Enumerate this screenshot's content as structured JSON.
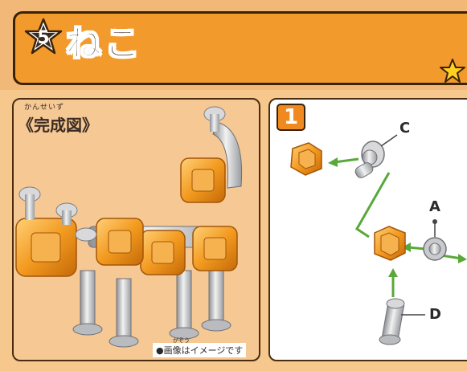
{
  "header": {
    "badge_number": "5",
    "title": "ねこ"
  },
  "left_panel": {
    "furigana": "かんせいず",
    "title": "《完成図》",
    "note_ruby": "がぞう",
    "note": "●画像はイメージです"
  },
  "right_panel": {
    "step_number": "1",
    "parts": [
      "C",
      "A",
      "D"
    ]
  },
  "colors": {
    "background": "#f6c88e",
    "title_bar": "#f39a2d",
    "accent_orange": "#f08a20",
    "arrow_green": "#5aa83a",
    "star_yellow": "#ffd21f"
  },
  "icons": [
    "star-badge-icon",
    "star-icon",
    "cat-model-image",
    "orange-block-part",
    "gray-joint-part",
    "gray-connector-part"
  ]
}
